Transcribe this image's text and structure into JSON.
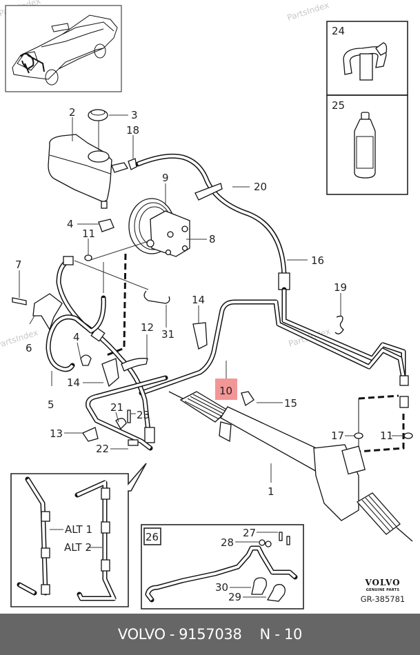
{
  "diagram": {
    "brand": "VOLVO",
    "brand_subtitle": "GENUINE PARTS",
    "drawing_code": "GR-385781",
    "watermark": "PartsIndex",
    "highlighted_callout": "10",
    "highlight_color": "#f28b8b",
    "callouts": {
      "c1": "1",
      "c2": "2",
      "c3": "3",
      "c4a": "4",
      "c4b": "4",
      "c5": "5",
      "c6": "6",
      "c7": "7",
      "c8": "8",
      "c9": "9",
      "c10": "10",
      "c11a": "11",
      "c11b": "11",
      "c12": "12",
      "c13": "13",
      "c14a": "14",
      "c14b": "14",
      "c15": "15",
      "c16": "16",
      "c17": "17",
      "c18": "18",
      "c19": "19",
      "c20": "20",
      "c21": "21",
      "c22": "22",
      "c23": "23",
      "c31": "31"
    },
    "inset_alt": {
      "alt1": "ALT 1",
      "alt2": "ALT 2"
    },
    "inset_clip": {
      "label": "24"
    },
    "inset_fluid": {
      "label": "25"
    },
    "inset_pipe": {
      "label": "26",
      "c27": "27",
      "c28": "28",
      "c29": "29",
      "c30": "30"
    }
  },
  "footer": {
    "brand": "VOLVO",
    "separator": "-",
    "part_number": "9157038",
    "position": "N - 10"
  }
}
